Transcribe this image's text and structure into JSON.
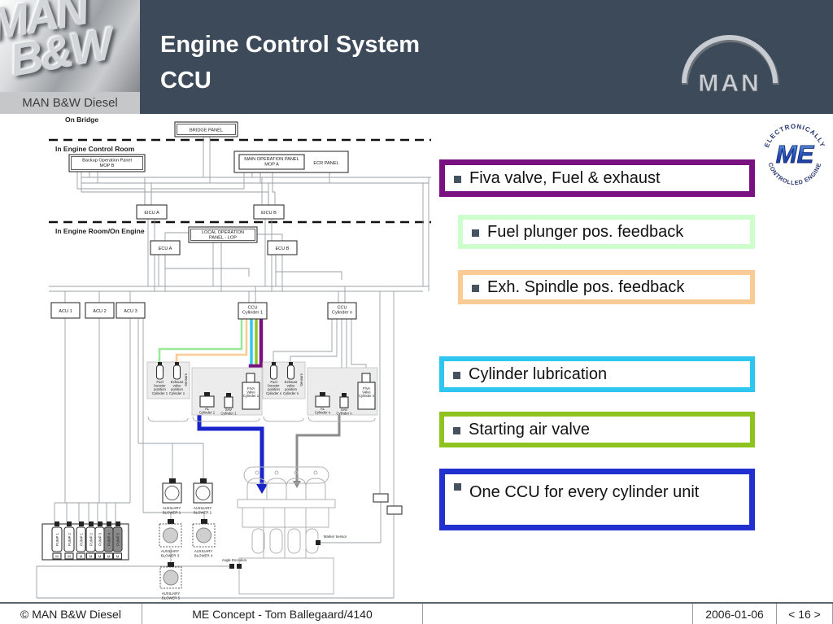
{
  "header": {
    "title_line1": "Engine Control System",
    "title_line2": "CCU",
    "logo_caption": "MAN B&W Diesel",
    "logo_art_line1": "MAN",
    "logo_art_line2": "B&W",
    "man_logo_text": "MAN",
    "colors": {
      "header_bg": "#3d4a59",
      "caption_bg": "#c6c7c8"
    }
  },
  "badge": {
    "arc_top": "ELECTRONICALLY",
    "arc_bottom": "CONTROLLED ENGINE",
    "center": "ME",
    "color": "#1a3fae"
  },
  "callouts": [
    {
      "label": "Fiva valve, Fuel & exhaust",
      "border_color": "#7a1180",
      "indent": false
    },
    {
      "label": "Fuel plunger pos. feedback",
      "border_color": "#ccffcc",
      "indent": true
    },
    {
      "label": "Exh. Spindle pos. feedback",
      "border_color": "#fbcb96",
      "indent": true
    },
    {
      "label": "Cylinder lubrication",
      "border_color": "#2ec6f0",
      "indent": false
    },
    {
      "label": "Starting air valve",
      "border_color": "#8fc31f",
      "indent": false
    },
    {
      "label": "One CCU for every cylinder unit",
      "border_color": "#2031cf",
      "indent": false
    }
  ],
  "diagram": {
    "sections": {
      "on_bridge": "On Bridge",
      "ecr": "In Engine Control Room",
      "engine_room": "In Engine Room/On Engine"
    },
    "boxes": {
      "bridge_panel": "BRIDGE PANEL",
      "mop_b": "Backup Operation Panel\nMOP B",
      "mop_a": "MAIN OPERATION PANEL\nMOP A",
      "ecr_panel": "ECR PANEL",
      "eicu_a": "EICU A",
      "eicu_b": "EICU B",
      "lop": "LOCAL OPERATION\nPANEL - LOP",
      "ecu_a": "ECU A",
      "ecu_b": "ECU B",
      "acu_1": "ACU 1",
      "acu_2": "ACU 2",
      "acu_3": "ACU 3",
      "ccu_1": "CCU\nCylinder 1",
      "ccu_n": "CCU\nCylinder n"
    },
    "groups": {
      "sensors": "Sensors",
      "actuators": "Actuators"
    },
    "cyl1": {
      "fuel_sensor": "Fuel\nbooster\nposition\nCylinder 1",
      "exh_sensor": "Exhaust\nvalve\nposition\nCylinder 1",
      "al": "AL\nCylinder 1",
      "sav": "SAV\nCylinder 1",
      "fiva": "FIVA\nValve\nCylinder 1"
    },
    "cyln": {
      "fuel_sensor": "Fuel\nbooster\nposition\nCylinder n",
      "exh_sensor": "Exhaust\nvalve\nposition\nCylinder n",
      "al": "AL\nCylinder n",
      "sav": "SAV\nCylinder n",
      "fiva": "FIVA\nValve\nCylinder n"
    },
    "pumps": [
      "PUMP 1",
      "PUMP 2",
      "PUMP 1",
      "PUMP 2",
      "PUMP 3",
      "PUMP 4",
      "PUMP 5"
    ],
    "motor_label": "M",
    "blowers": [
      "AUXILIARY\nBLOWER 1",
      "AUXILIARY\nBLOWER 2",
      "AUXILIARY\nBLOWER 3",
      "AUXILIARY\nBLOWER 4",
      "AUXILIARY\nBLOWER 5"
    ],
    "labels": {
      "marker_sensor": "Marker Sensor",
      "angle_encoders": "Angle Encoders"
    },
    "wire_colors": {
      "fiva": "#7a1180",
      "fuel_feedback": "#9be89b",
      "exh_feedback": "#fbcb96",
      "cyl_lube": "#2ec6f0",
      "start_air": "#8fc31f",
      "ccu_engine": "#1b24c8"
    }
  },
  "footer": {
    "copyright": "© MAN B&W Diesel",
    "concept": "ME Concept - Tom Ballegaard/4140",
    "date": "2006-01-06",
    "page": "< 16 >"
  }
}
